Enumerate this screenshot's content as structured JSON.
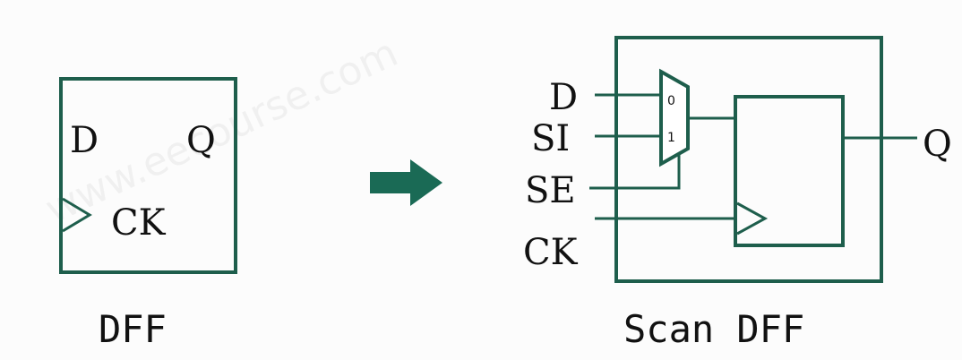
{
  "watermark": "www.eecourse.com",
  "dff": {
    "pin_d": "D",
    "pin_q": "Q",
    "pin_ck": "CK",
    "caption": "DFF"
  },
  "scan_dff": {
    "input_d": "D",
    "input_si": "SI",
    "input_se": "SE",
    "input_ck": "CK",
    "output_q": "Q",
    "mux_in0": "0",
    "mux_in1": "1",
    "caption": "Scan DFF"
  },
  "colors": {
    "stroke": "#1e5e4c",
    "arrow": "#1a6a55",
    "text": "#111111"
  },
  "icons": {
    "transform_arrow": "arrow-right-icon",
    "clock_marker": "clock-triangle-icon",
    "multiplexer": "mux-icon"
  }
}
